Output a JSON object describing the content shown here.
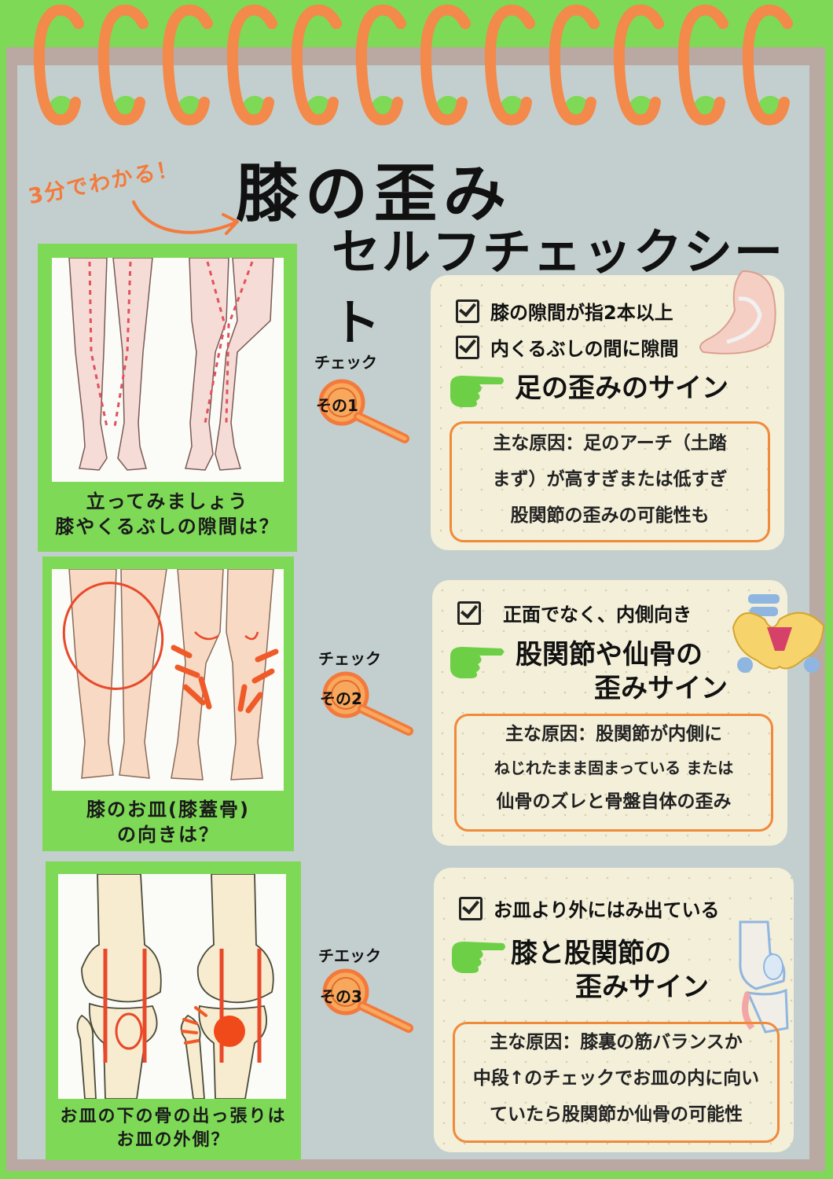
{
  "colors": {
    "green": "#7ed957",
    "orange": "#f37a3c",
    "paper": "#c3cfce",
    "frame": "#b9a9a2",
    "card": "#f3efd9"
  },
  "header": {
    "badge": "3分でわかる！",
    "title": "膝の歪み",
    "subtitle": "セルフチェックシート"
  },
  "checks": [
    {
      "caption_line1": "立ってみましょう",
      "caption_line2": "膝やくるぶしの隙間は？",
      "label_top": "チェック",
      "label_bottom": "その1",
      "items": [
        "膝の隙間が指2本以上",
        "内くるぶしの間に隙間"
      ],
      "sign_line1": "足の歪みのサイン",
      "sign_line2": "",
      "cause_lines": [
        "主な原因：足のアーチ（土踏",
        "まず）が高すぎまたは低すぎ",
        "股関節の歪みの可能性も"
      ]
    },
    {
      "caption_line1": "膝のお皿(膝蓋骨)",
      "caption_line2": "の向きは？",
      "label_top": "チェック",
      "label_bottom": "その2",
      "items": [
        "正面でなく、内側向き"
      ],
      "sign_line1": "股関節や仙骨の",
      "sign_line2": "歪みサイン",
      "cause_lines": [
        "主な原因：股関節が内側に",
        "ねじれたまま固まっている または",
        "仙骨のズレと骨盤自体の歪み"
      ]
    },
    {
      "caption_line1": "お皿の下の骨の出っ張りは",
      "caption_line2": "お皿の外側？",
      "label_top": "チエック",
      "label_bottom": "その3",
      "items": [
        "お皿より外にはみ出ている"
      ],
      "sign_line1": "膝と股関節の",
      "sign_line2": "歪みサイン",
      "cause_lines": [
        "主な原因：膝裏の筋バランスか",
        "中段↑のチェックでお皿の内に向い",
        "ていたら股関節か仙骨の可能性"
      ]
    }
  ],
  "icons": [
    "ring-icon",
    "arrow-icon",
    "magnifier-icon",
    "pointing-hand-icon",
    "checkbox-icon",
    "foot-icon",
    "pelvis-icon",
    "knee-joint-icon",
    "legs-illustration",
    "knee-bones-illustration"
  ]
}
